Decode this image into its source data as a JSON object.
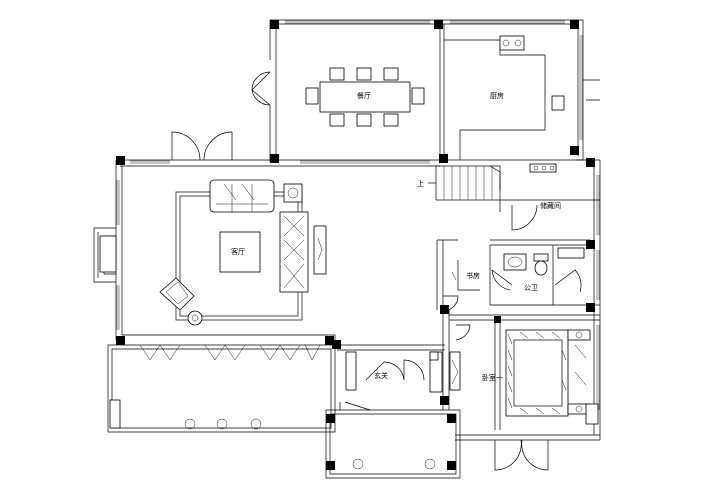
{
  "rooms": {
    "dining": "餐厅",
    "kitchen": "厨房",
    "living": "客厅",
    "storage": "储藏间",
    "study": "书房",
    "public_wc": "公卫",
    "entry": "玄关",
    "bedroom1": "卧室一"
  },
  "stair_mark": "上"
}
